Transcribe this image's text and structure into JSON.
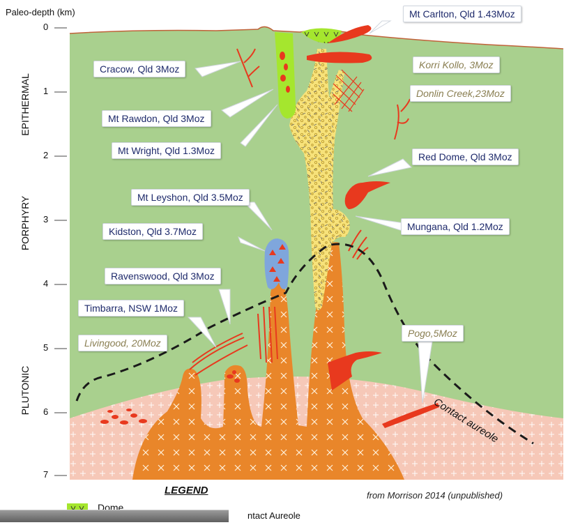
{
  "axis": {
    "title": "Paleo-depth (km)",
    "ticks": [
      "0",
      "1",
      "2",
      "3",
      "4",
      "5",
      "6",
      "7"
    ]
  },
  "zones": {
    "epithermal": "EPITHERMAL",
    "porphyry": "PORPHYRY",
    "plutonic": "PLUTONIC"
  },
  "deposits": [
    {
      "text": "Mt Carlton, Qld 1.43Moz",
      "style": "box"
    },
    {
      "text": "Cracow, Qld 3Moz",
      "style": "box"
    },
    {
      "text": "Korri Kollo, 3Moz",
      "style": "italic"
    },
    {
      "text": "Donlin Creek,23Moz",
      "style": "italic"
    },
    {
      "text": "Mt Rawdon, Qld 3Moz",
      "style": "box"
    },
    {
      "text": "Mt Wright, Qld 1.3Moz",
      "style": "box"
    },
    {
      "text": "Red Dome, Qld 3Moz",
      "style": "box"
    },
    {
      "text": "Mt Leyshon, Qld 3.5Moz",
      "style": "box"
    },
    {
      "text": "Kidston, Qld 3.7Moz",
      "style": "box"
    },
    {
      "text": "Mungana, Qld 1.2Moz",
      "style": "box"
    },
    {
      "text": "Ravenswood, Qld 3Moz",
      "style": "box"
    },
    {
      "text": "Timbarra, NSW 1Moz",
      "style": "box"
    },
    {
      "text": "Livingood, 20Moz",
      "style": "italic"
    },
    {
      "text": "Pogo,5Moz",
      "style": "italic"
    }
  ],
  "contact_aureole_label": "Contact aureole",
  "legend": {
    "title": "LEGEND",
    "items": [
      "Dome",
      "ntact Aureole"
    ]
  },
  "source": "from Morrison 2014 (unpublished)",
  "colors": {
    "background_green": "#a9d08e",
    "plutonic_pink": "#f6c8b8",
    "intrusion_orange": "#e9862a",
    "ore_red": "#e8391e",
    "breccia_yellow": "#f7e27a",
    "dome_green": "#a5e62e",
    "kidston_blue": "#7fa6dc",
    "label_text": "#1e2a6b"
  }
}
